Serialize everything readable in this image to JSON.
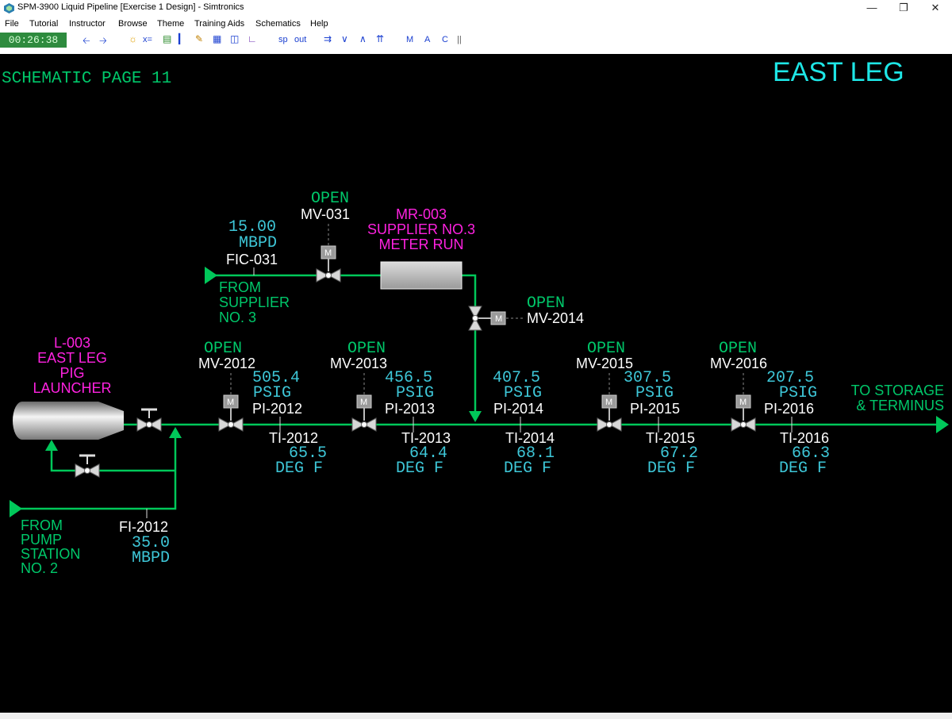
{
  "window": {
    "title": "SPM-3900 Liquid Pipeline [Exercise 1 Design] - Simtronics"
  },
  "menu": [
    "File",
    "Tutorial",
    "Instructor",
    "Browse",
    "Theme",
    "Training Aids",
    "Schematics",
    "Help"
  ],
  "toolbar": {
    "clock": "00:26:38",
    "sp": "sp",
    "out": "out",
    "m": "M",
    "a": "A",
    "c": "C"
  },
  "page": {
    "label": "SCHEMATIC PAGE 11",
    "title": "EAST LEG"
  },
  "supplier": {
    "flow_value": "15.00",
    "flow_unit": "MBPD",
    "tag": "FIC-031",
    "from_lines": [
      "FROM",
      "SUPPLIER",
      "NO. 3"
    ],
    "mv031": {
      "status": "OPEN",
      "tag": "MV-031"
    },
    "meter_run": [
      "MR-003",
      "SUPPLIER NO.3",
      "METER RUN"
    ],
    "mv2014": {
      "status": "OPEN",
      "tag": "MV-2014"
    }
  },
  "launcher": {
    "lines": [
      "L-003",
      "EAST LEG",
      "PIG",
      "LAUNCHER"
    ]
  },
  "pump": {
    "from_lines": [
      "FROM",
      "PUMP",
      "STATION",
      "NO. 2"
    ],
    "fi_tag": "FI-2012",
    "fi_value": "35.0",
    "fi_unit": "MBPD"
  },
  "stations": [
    {
      "mv_status": "OPEN",
      "mv_tag": "MV-2012",
      "p_value": "505.4",
      "p_unit": "PSIG",
      "pi_tag": "PI-2012",
      "ti_tag": "TI-2012",
      "t_value": "65.5",
      "t_unit": "DEG F"
    },
    {
      "mv_status": "OPEN",
      "mv_tag": "MV-2013",
      "p_value": "456.5",
      "p_unit": "PSIG",
      "pi_tag": "PI-2013",
      "ti_tag": "TI-2013",
      "t_value": "64.4",
      "t_unit": "DEG F"
    },
    {
      "p_value": "407.5",
      "p_unit": "PSIG",
      "pi_tag": "PI-2014",
      "ti_tag": "TI-2014",
      "t_value": "68.1",
      "t_unit": "DEG F"
    },
    {
      "mv_status": "OPEN",
      "mv_tag": "MV-2015",
      "p_value": "307.5",
      "p_unit": "PSIG",
      "pi_tag": "PI-2015",
      "ti_tag": "TI-2015",
      "t_value": "67.2",
      "t_unit": "DEG F"
    },
    {
      "mv_status": "OPEN",
      "mv_tag": "MV-2016",
      "p_value": "207.5",
      "p_unit": "PSIG",
      "pi_tag": "PI-2016",
      "ti_tag": "TI-2016",
      "t_value": "66.3",
      "t_unit": "DEG F"
    }
  ],
  "outlet": {
    "lines": [
      "TO STORAGE",
      "& TERMINUS"
    ]
  },
  "colors": {
    "pipe": "#00c85a",
    "status": "#00c86a",
    "tag": "#ffffff",
    "value": "#3ec7d8",
    "equip_label": "#ff22e0",
    "title": "#1ee6e6",
    "background": "#000000"
  }
}
